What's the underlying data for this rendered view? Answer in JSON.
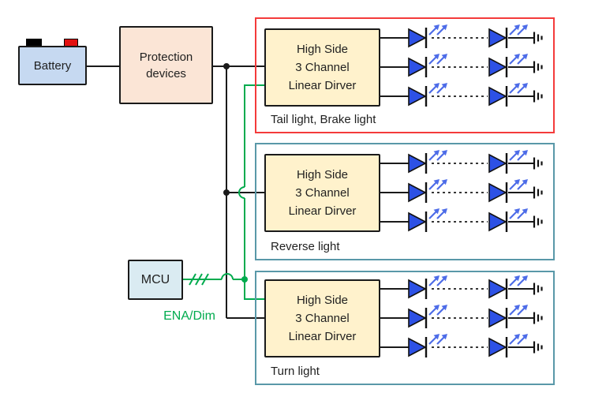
{
  "blocks": {
    "battery": {
      "label": "Battery"
    },
    "protection": {
      "line1": "Protection",
      "line2": "devices"
    },
    "mcu": {
      "label": "MCU"
    },
    "ena_dim_label": "ENA/Dim"
  },
  "sections": [
    {
      "label": "Tail light, Brake light",
      "border_color": "#f43b3b",
      "driver_lines": [
        "High Side",
        "3 Channel",
        "Linear Dirver"
      ]
    },
    {
      "label": "Reverse light",
      "border_color": "#5998a8",
      "driver_lines": [
        "High Side",
        "3 Channel",
        "Linear Dirver"
      ]
    },
    {
      "label": "Turn light",
      "border_color": "#5998a8",
      "driver_lines": [
        "High Side",
        "3 Channel",
        "Linear Dirver"
      ]
    }
  ],
  "icons": {
    "led": "led-icon",
    "ground": "ground-icon",
    "light_arrows": "led-light-arrows-icon",
    "battery_terminal_negative": "battery-terminal-black-icon",
    "battery_terminal_positive": "battery-terminal-red-icon",
    "bus_slashes": "three-signal-bus-icon"
  },
  "colors": {
    "wire_black": "#1a1a1a",
    "signal_green": "#00ab4e",
    "tail_brake_section_border": "#f43b3b",
    "teal_section_border": "#5998a8",
    "battery_fill": "#c6d9f1",
    "protection_fill": "#fbe5d6",
    "driver_fill": "#fff2cc",
    "mcu_fill": "#daebf2",
    "led_fill": "#2d51e5",
    "led_arrow": "#4d6ce8",
    "terminal_red": "#e21010",
    "terminal_black": "#000000"
  }
}
